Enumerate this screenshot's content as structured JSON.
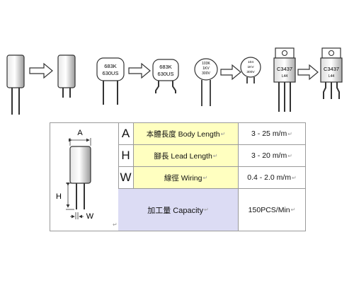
{
  "components": {
    "cap1": "683K",
    "cap2": "630US",
    "disc1": "103K",
    "disc2": "1KV",
    "disc3": "300V",
    "disc_small": "104",
    "transistor": "C3437",
    "transistor_sub": "L44"
  },
  "diagram": {
    "dim_a": "A",
    "dim_h": "H",
    "dim_w": "W"
  },
  "spec_rows": [
    {
      "letter": "A",
      "label": "本體長度 Body Length",
      "value": "3 - 25 m/m"
    },
    {
      "letter": "H",
      "label": "腳長 Lead Length",
      "value": "3 - 20 m/m"
    },
    {
      "letter": "W",
      "label": "線徑 Wiring",
      "value": "0.4 - 2.0 m/m"
    }
  ],
  "capacity": {
    "label": "加工量 Capacity",
    "value": "150PCS/Min"
  },
  "paragraph_mark": "↵"
}
